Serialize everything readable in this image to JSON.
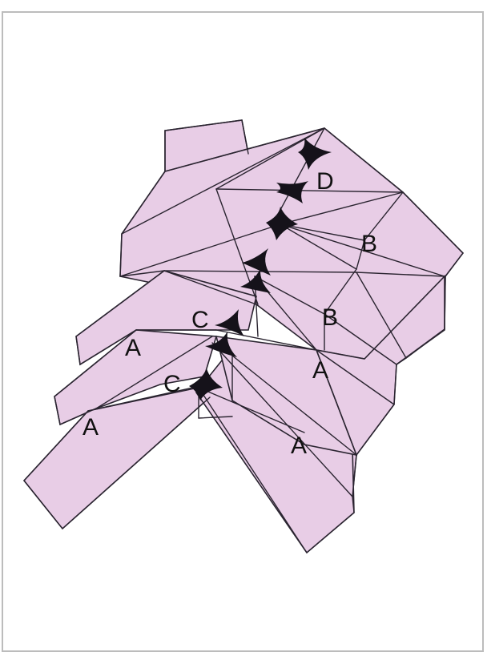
{
  "colors": {
    "fill": "#e8cde6",
    "fill_dark": "#dcbcda",
    "stroke": "#2a2430",
    "black": "#15121a",
    "border": "#bcbcbc"
  },
  "labels": [
    {
      "id": "label-d",
      "text": "D"
    },
    {
      "id": "label-b1",
      "text": "B"
    },
    {
      "id": "label-b2",
      "text": "B"
    },
    {
      "id": "label-c1",
      "text": "C"
    },
    {
      "id": "label-c2",
      "text": "C"
    },
    {
      "id": "label-a1",
      "text": "A"
    },
    {
      "id": "label-a2",
      "text": "A"
    },
    {
      "id": "label-a3",
      "text": "A"
    },
    {
      "id": "label-a4",
      "text": "A"
    }
  ]
}
